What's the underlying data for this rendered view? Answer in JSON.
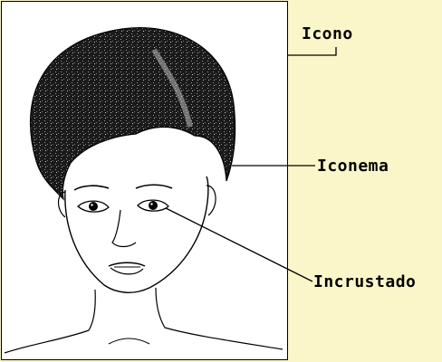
{
  "labels": {
    "icono": "Icono",
    "iconema": "Iconema",
    "incrustado": "Incrustado"
  },
  "colors": {
    "background": "#fbf6c9",
    "frame": "#ffffff",
    "ink": "#000000",
    "hair": "#1a1a1a"
  },
  "image_subject": "line drawing of a woman's face with beehive hairstyle"
}
